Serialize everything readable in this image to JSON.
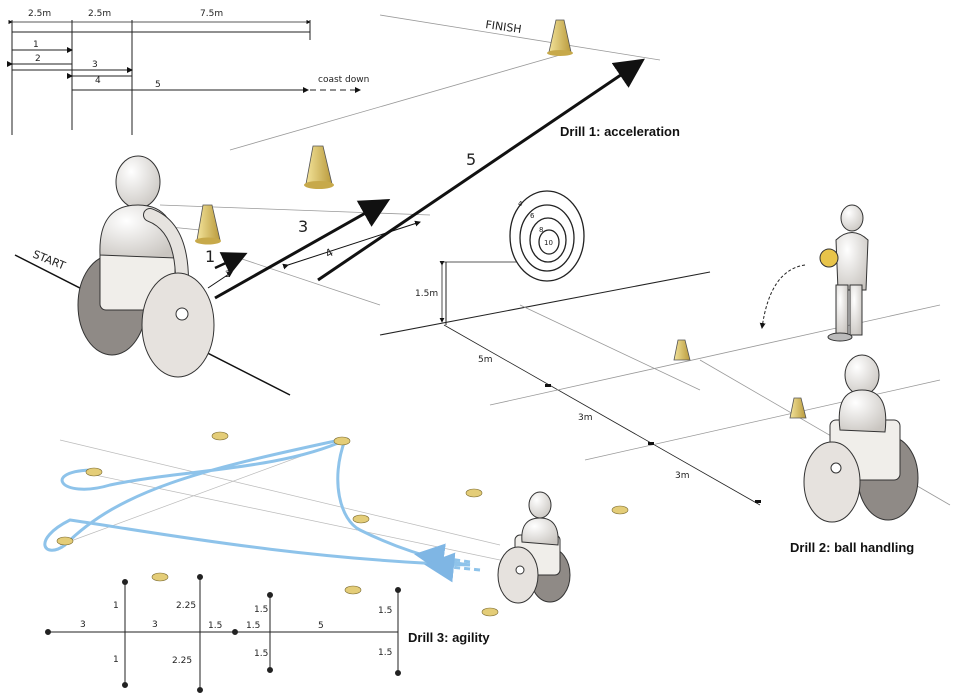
{
  "measurement_top": {
    "segments": [
      "2.5m",
      "2.5m",
      "7.5m"
    ],
    "lines": [
      "1",
      "2",
      "3",
      "4",
      "5"
    ],
    "coast": "coast down"
  },
  "drill1": {
    "start": "START",
    "finish": "FINISH",
    "arrows": [
      "1",
      "2",
      "3",
      "4",
      "5"
    ],
    "caption": "Drill 1: acceleration"
  },
  "drill2": {
    "target_rings": [
      "4",
      "6",
      "8",
      "10"
    ],
    "height": "1.5m",
    "dists": [
      "5m",
      "3m",
      "3m"
    ],
    "caption": "Drill 2: ball handling"
  },
  "drill3": {
    "dims": [
      "3",
      "3",
      "1.5",
      "1.5",
      "5",
      "1",
      "1",
      "2.25",
      "2.25",
      "1.5",
      "1.5",
      "1.5",
      "1.5"
    ],
    "caption": "Drill 3: agility"
  },
  "colors": {
    "path": "#8ec3ea",
    "cone": "#e8d27a",
    "line": "#222222"
  }
}
